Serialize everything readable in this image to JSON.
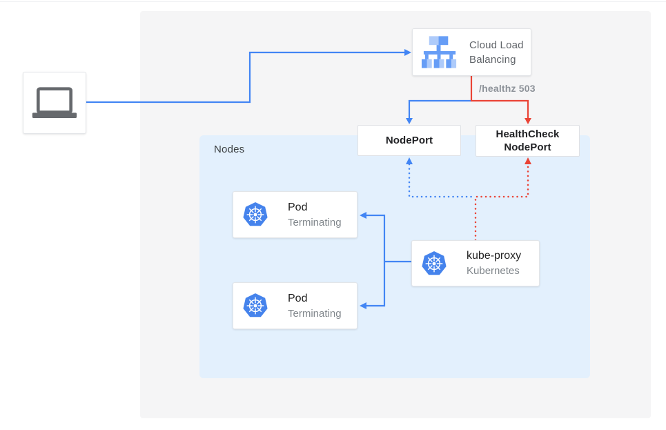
{
  "colors": {
    "blue": "#4285f4",
    "red": "#ea4335",
    "panel_bg": "#f5f5f6",
    "nodes_bg": "#e3f0fd",
    "card_border": "#e3e5e8",
    "text_dark": "#202124",
    "laptop_gray": "#66696d",
    "lb_icon_light": "#aecbfa",
    "lb_icon_medium": "#669df6",
    "k8s_blue": "#4583ec"
  },
  "nodes_panel": {
    "label": "Nodes"
  },
  "cloud_load_balancing": {
    "icon": "cloud-load-balancing-icon",
    "line1": "Cloud Load",
    "line2": "Balancing"
  },
  "healthz_label": "/healthz 503",
  "nodeport": {
    "label": "NodePort"
  },
  "healthcheck_nodeport": {
    "line1": "HealthCheck",
    "line2": "NodePort"
  },
  "pods": [
    {
      "icon": "kubernetes-icon",
      "title": "Pod",
      "subtitle": "Terminating"
    },
    {
      "icon": "kubernetes-icon",
      "title": "Pod",
      "subtitle": "Terminating"
    }
  ],
  "kube_proxy": {
    "icon": "kubernetes-icon",
    "title": "kube-proxy",
    "subtitle": "Kubernetes"
  },
  "client": {
    "icon": "laptop-icon"
  }
}
